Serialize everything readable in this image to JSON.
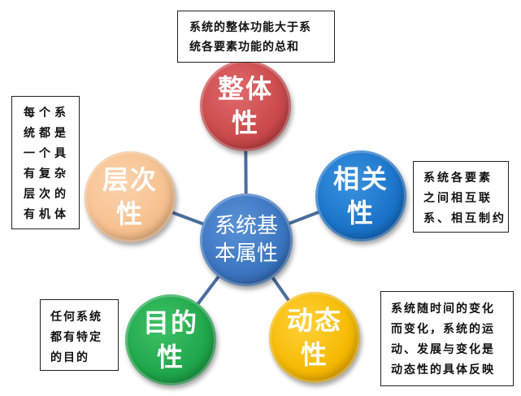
{
  "center": {
    "line1": "系统基",
    "line2": "本属性",
    "color": "#3a74c0"
  },
  "nodes": [
    {
      "id": "wholeness",
      "line1": "整体",
      "line2": "性",
      "color": "#c9484a",
      "description": [
        "系统的整体功能大于系",
        "统各要素功能的总和"
      ]
    },
    {
      "id": "correlation",
      "line1": "相关",
      "line2": "性",
      "color": "#1a72c8",
      "description": [
        "系统各要素",
        "之间相互联",
        "系、相互制约"
      ]
    },
    {
      "id": "dynamics",
      "line1": "动态",
      "line2": "性",
      "color": "#f5b800",
      "description": [
        "系统随时间的变化",
        "而变化，系统的运",
        "动、发展与变化是",
        "动态性的具体反映"
      ]
    },
    {
      "id": "purpose",
      "line1": "目的",
      "line2": "性",
      "color": "#1fa64a",
      "description": [
        "任何系统",
        "都有特定",
        "的目的"
      ]
    },
    {
      "id": "hierarchy",
      "line1": "层次",
      "line2": "性",
      "color": "#f6c08e",
      "description": [
        "每个系",
        "统都是",
        "一个具",
        "有复杂",
        "层次的",
        "有机体"
      ]
    }
  ],
  "connector_color": "#4a6e9c"
}
